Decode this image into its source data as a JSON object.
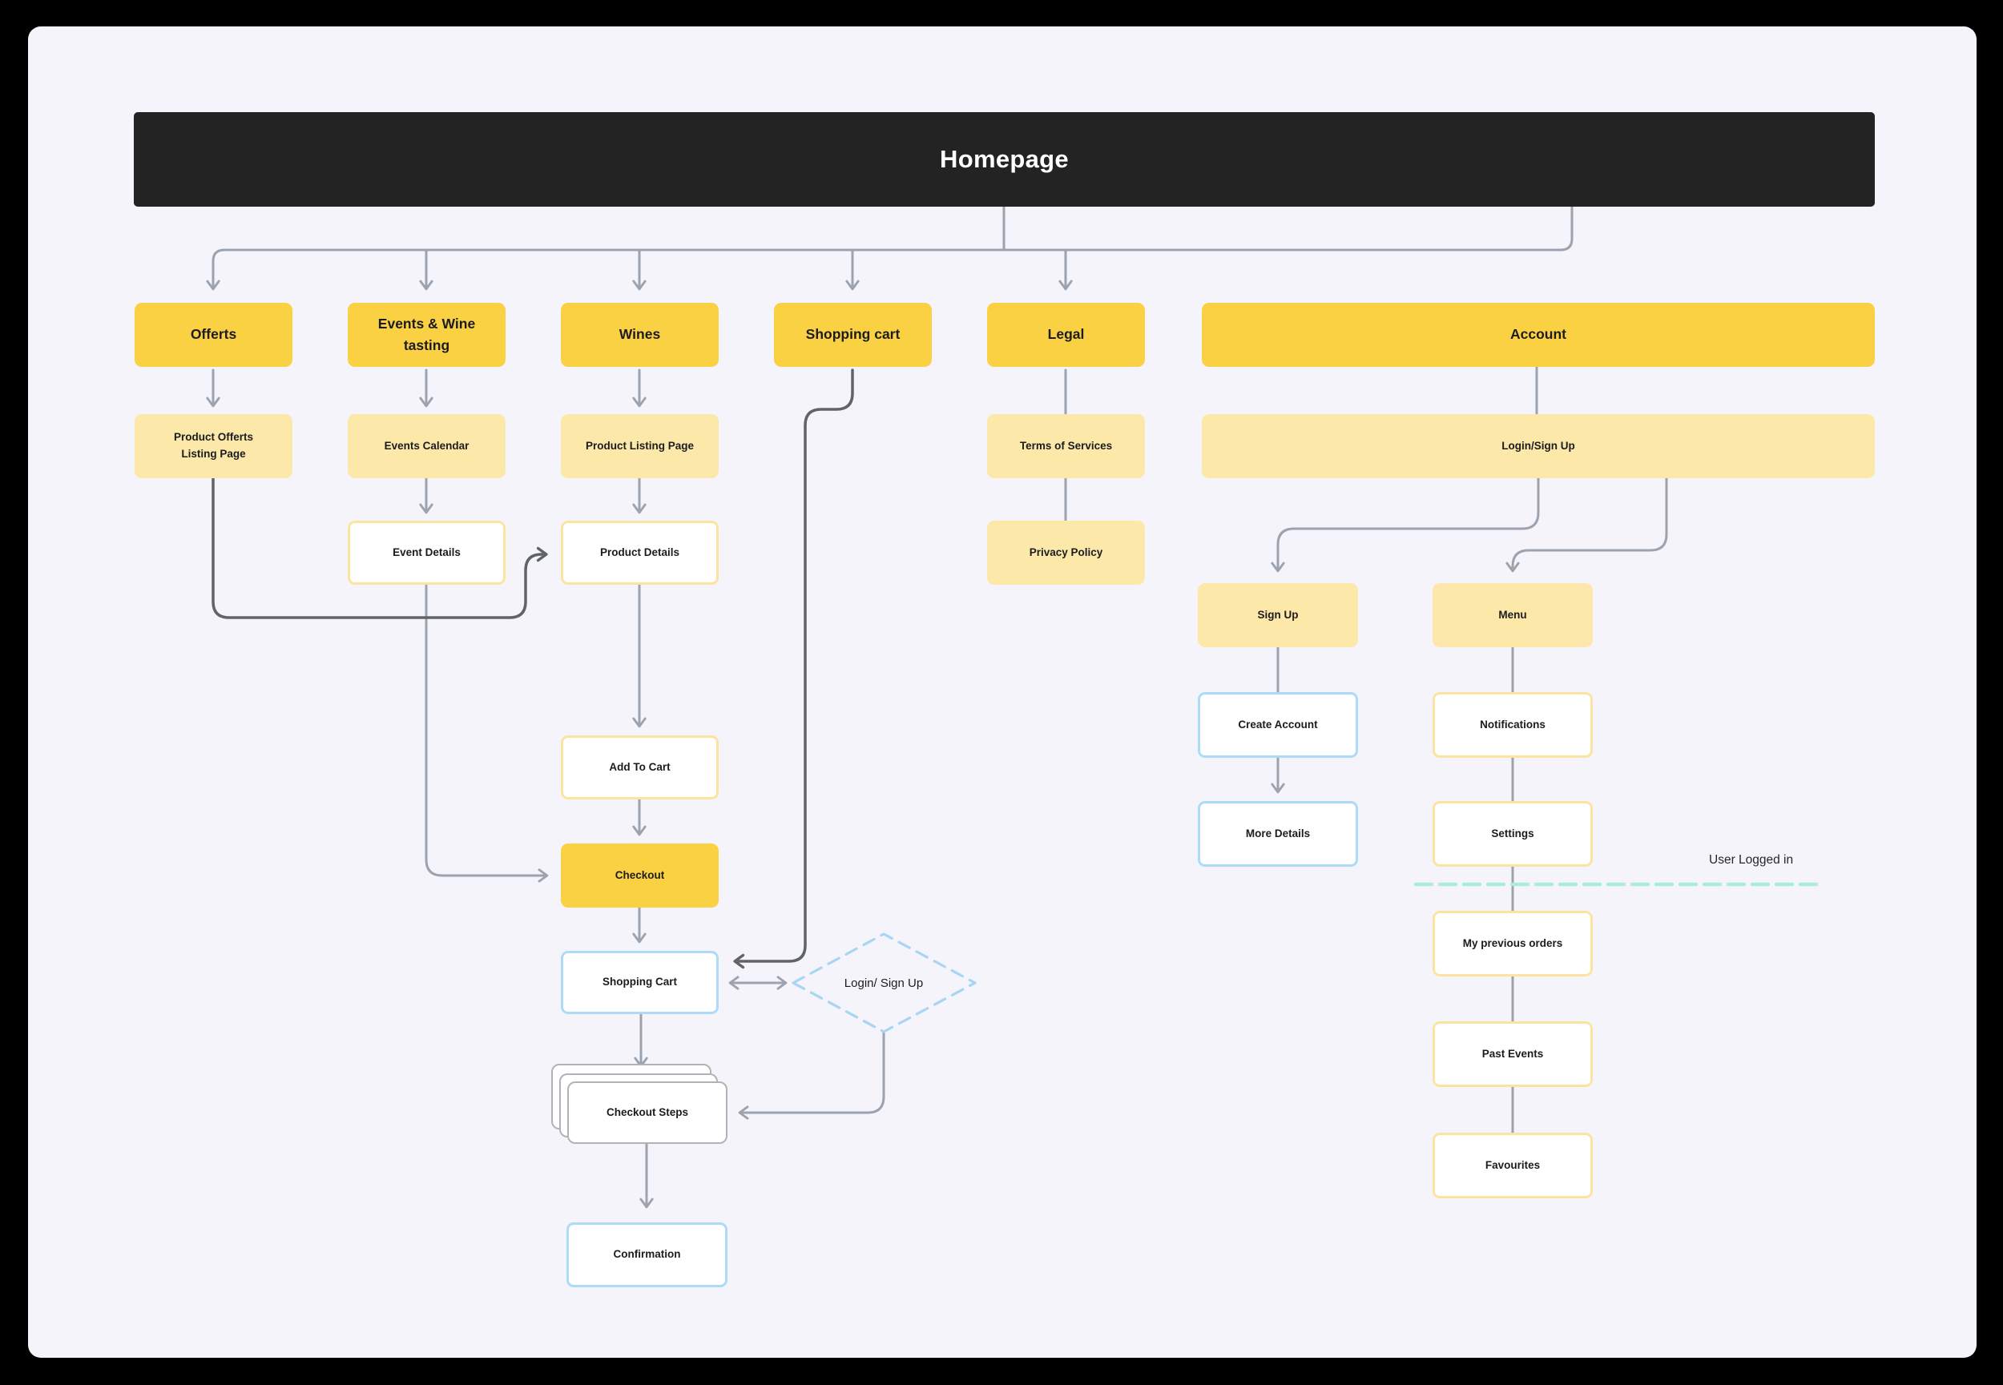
{
  "diagram": {
    "title": "Homepage",
    "user_state_label": "User Logged in"
  },
  "nodes": {
    "homepage": {
      "label": "Homepage"
    },
    "offerts": {
      "label": "Offerts"
    },
    "events_wine": {
      "label": "Events & Wine tasting"
    },
    "wines": {
      "label": "Wines"
    },
    "shopping_cart": {
      "label": "Shopping cart"
    },
    "legal": {
      "label": "Legal"
    },
    "account": {
      "label": "Account"
    },
    "product_offerts_listing": {
      "label": "Product Offerts Listing Page"
    },
    "events_calendar": {
      "label": "Events Calendar"
    },
    "product_listing": {
      "label": "Product Listing Page"
    },
    "terms": {
      "label": "Terms of Services"
    },
    "login_signup_bar": {
      "label": "Login/Sign Up"
    },
    "event_details": {
      "label": "Event Details"
    },
    "product_details": {
      "label": "Product Details"
    },
    "privacy": {
      "label": "Privacy Policy"
    },
    "add_to_cart": {
      "label": "Add To Cart"
    },
    "checkout": {
      "label": "Checkout"
    },
    "shopping_cart_page": {
      "label": "Shopping Cart"
    },
    "login_signup_diamond": {
      "label": "Login/ Sign Up"
    },
    "checkout_steps": {
      "label": "Checkout Steps"
    },
    "confirmation": {
      "label": "Confirmation"
    },
    "sign_up": {
      "label": "Sign Up"
    },
    "menu": {
      "label": "Menu"
    },
    "create_account": {
      "label": "Create Account"
    },
    "notifications": {
      "label": "Notifications"
    },
    "more_details": {
      "label": "More Details"
    },
    "settings": {
      "label": "Settings"
    },
    "my_previous_orders": {
      "label": "My previous orders"
    },
    "past_events": {
      "label": "Past Events"
    },
    "favourites": {
      "label": "Favourites"
    }
  },
  "colors": {
    "accent_yellow": "#FBD144",
    "light_yellow": "#FCE8A9",
    "yellow_border": "#FCE4A0",
    "blue_border": "#ABDBF7",
    "diamond_dash_blue": "#A9D5F4",
    "divider_teal": "#A9EBDE",
    "dark_bar": "#232323",
    "line_gray": "#9CA3AF",
    "line_dark": "#5F6469",
    "panel_bg": "#F6F4FB",
    "text": "#1C1C1E"
  }
}
